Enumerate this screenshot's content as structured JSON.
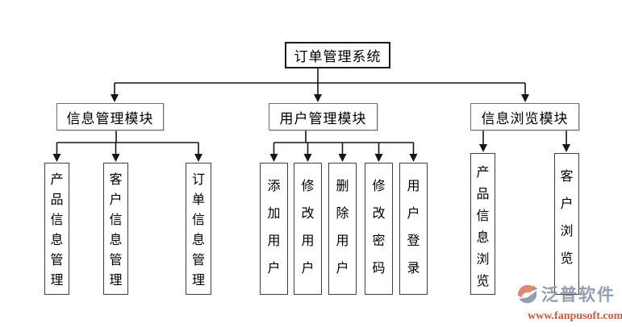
{
  "diagram": {
    "root": {
      "label": "订单管理系统"
    },
    "modules": [
      {
        "label": "信息管理模块",
        "children": [
          {
            "label": "产品信息管理"
          },
          {
            "label": "客户信息管理"
          },
          {
            "label": "订单信息管理"
          }
        ]
      },
      {
        "label": "用户管理模块",
        "children": [
          {
            "label": "添加用户"
          },
          {
            "label": "修改用户"
          },
          {
            "label": "删除用户"
          },
          {
            "label": "修改密码"
          },
          {
            "label": "用户登录"
          }
        ]
      },
      {
        "label": "信息浏览模块",
        "children": [
          {
            "label": "产品信息浏览"
          },
          {
            "label": "客户浏览"
          }
        ]
      }
    ]
  },
  "watermark": {
    "brand": "泛普软件",
    "url": "www.fanpusoft.com",
    "brand_color": "#8b97ad",
    "url_color": "#cb4f33",
    "logo_orange": "#dd8266",
    "logo_blue": "#8b97ad"
  },
  "colors": {
    "background": "#ffffff",
    "line": "#161616",
    "box_border": "#3f3f3f"
  }
}
